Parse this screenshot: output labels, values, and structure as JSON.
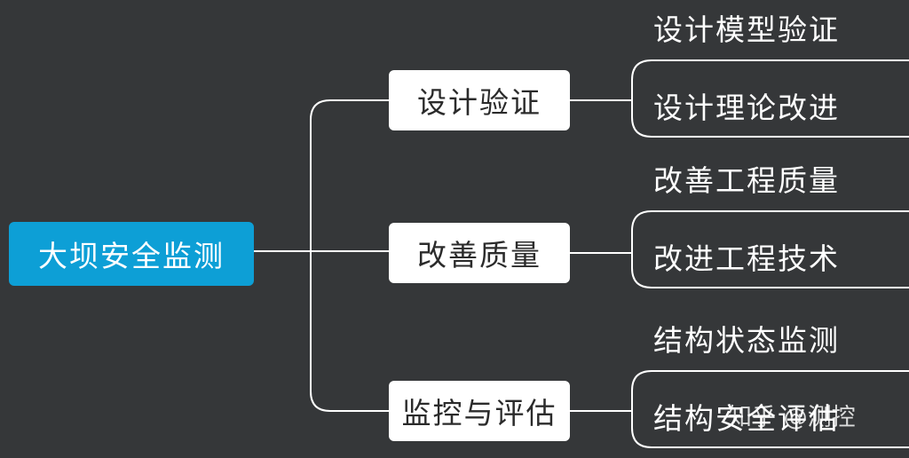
{
  "root": {
    "label": "大坝安全监测"
  },
  "branches": [
    {
      "label": "设计验证",
      "leaves": [
        "设计模型验证",
        "设计理论改进"
      ]
    },
    {
      "label": "改善质量",
      "leaves": [
        "改善工程质量",
        "改进工程技术"
      ]
    },
    {
      "label": "监控与评估",
      "leaves": [
        "结构状态监测",
        "结构安全评估"
      ]
    }
  ],
  "watermark": {
    "text": "知乎 @测控",
    "icon": "zhihu-logo-icon"
  },
  "colors": {
    "background": "#353739",
    "root_fill": "#0d9fd6",
    "branch_fill": "#ffffff",
    "connector": "#ffffff"
  }
}
